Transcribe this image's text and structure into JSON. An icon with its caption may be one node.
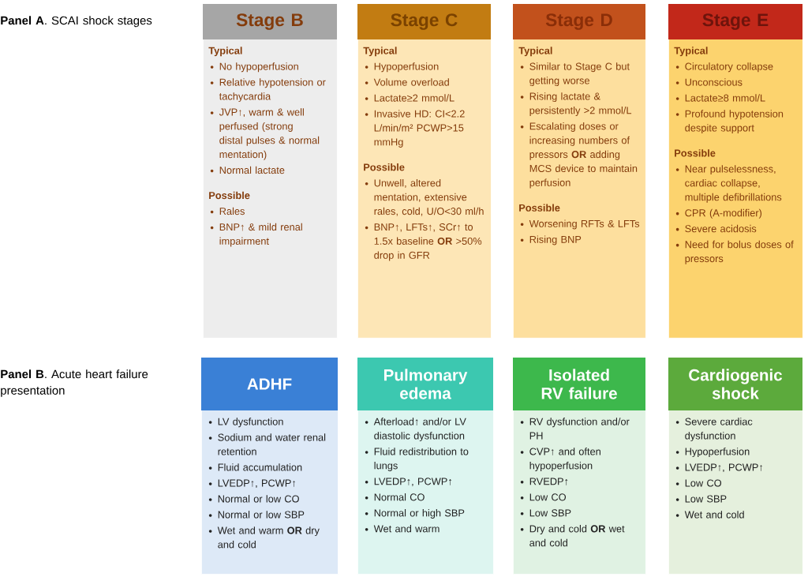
{
  "diagram": {
    "nodes": [
      {
        "text": [
          "Stage B",
          "Typical",
          "No hypoperfusion",
          "Relative hypotension or tachycardia",
          "JVP↑, warm & well perfused (strong distal pulses & normal mentation)",
          "Normal lactate",
          "Possible",
          "Rales",
          "BNP↑ & mild renal impairment"
        ]
      },
      {
        "text": [
          "Stage C",
          "Typical",
          "Hypoperfusion",
          "Volume overload",
          "Lactate≥2 mmol/L",
          "Invasive HD: CI<2.2 L/min/m² PCWP>15 mmHg",
          "Possible",
          "Unwell, altered mentation, extensive rales, cold, U/O<30 ml/h",
          "BNP↑, LFTs↑, SCr↑ to 1.5x baseline **OR** >50% drop in GFR"
        ]
      },
      {
        "text": [
          "Stage D",
          "Typical",
          "Similar to Stage C but getting worse",
          "Rising lactate & persistently >2 mmol/L",
          "Escalating doses or increasing numbers of pressors **OR** adding MCS device to maintain perfusion",
          "Possible",
          "Worsening RFTs & LFTs",
          "Rising BNP"
        ]
      },
      {
        "text": [
          "Stage E",
          "Typical",
          "Circulatory collapse",
          "Unconscious",
          "Lactate≥8 mmol/L",
          "Profound hypotension despite support",
          "Possible",
          "Near pulselessness, cardiac collapse, multiple defibrillations",
          "CPR (A-modifier)",
          "Severe acidosis",
          "Need for bolus doses of pressors"
        ]
      },
      {
        "text": [
          "ADHF",
          "LV dysfunction",
          "Sodium and water renal retention",
          "Fluid accumulation",
          "LVEDP↑, PCWP↑",
          "Normal or low CO",
          "Normal or low SBP",
          "Wet and warm **OR** dry and cold"
        ]
      },
      {
        "text": [
          "Pulmonary edema",
          "Afterload↑ and/or LV diastolic dysfunction",
          "Fluid redistribution to lungs",
          "LVEDP↑, PCWP↑",
          "Normal CO",
          "Normal or high SBP",
          "Wet and warm"
        ]
      },
      {
        "text": [
          "Isolated RV failure",
          "RV dysfunction and/or PH",
          "CVP↑ and often hypoperfusion",
          "RVEDP↑",
          "Low CO",
          "Low SBP",
          "Dry and cold **OR** wet and cold"
        ]
      },
      {
        "text": [
          "Cardiogenic shock",
          "Severe cardiac dysfunction",
          "Hypoperfusion",
          "LVEDP↑, PCWP↑",
          "Low CO",
          "Low SBP",
          "Wet and cold"
        ]
      }
    ],
    "labels": [
      "**Panel A**. SCAI shock stages",
      "**Panel B**. Acute heart failure presentation"
    ]
  }
}
